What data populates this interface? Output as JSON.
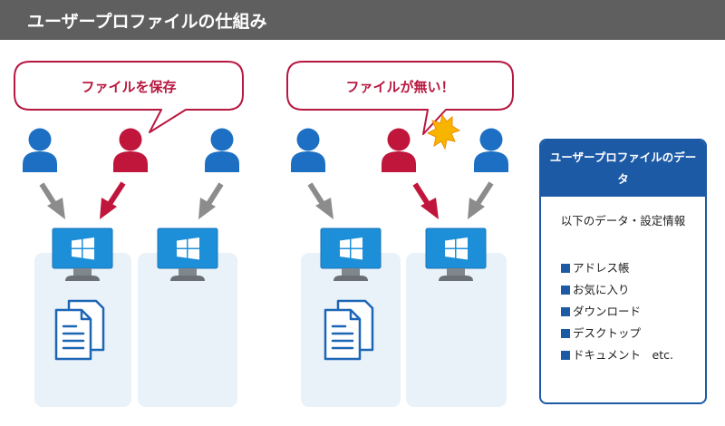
{
  "title": "ユーザープロファイルの仕組み",
  "left_scenario": {
    "bubble": "ファイルを保存"
  },
  "right_scenario": {
    "bubble": "ファイルが無い！"
  },
  "legend": {
    "header": "ユーザープロファイルのデータ",
    "subtitle": "以下のデータ・設定情報",
    "items": [
      "アドレス帳",
      "お気に入り",
      "ダウンロード",
      "デスクトップ",
      "ドキュメント　etc."
    ]
  },
  "colors": {
    "title_bar": "#5f5f5f",
    "user_blue": "#1c6fc2",
    "user_red": "#c0163c",
    "monitor_blue": "#1d8fd8",
    "panel_bg": "#e9f1f9",
    "arrow_gray": "#8c8c8c",
    "legend_blue": "#1c5aa6"
  },
  "icons": [
    "person-icon",
    "monitor-windows-icon",
    "document-icon",
    "arrow-down-icon",
    "burst-icon"
  ]
}
